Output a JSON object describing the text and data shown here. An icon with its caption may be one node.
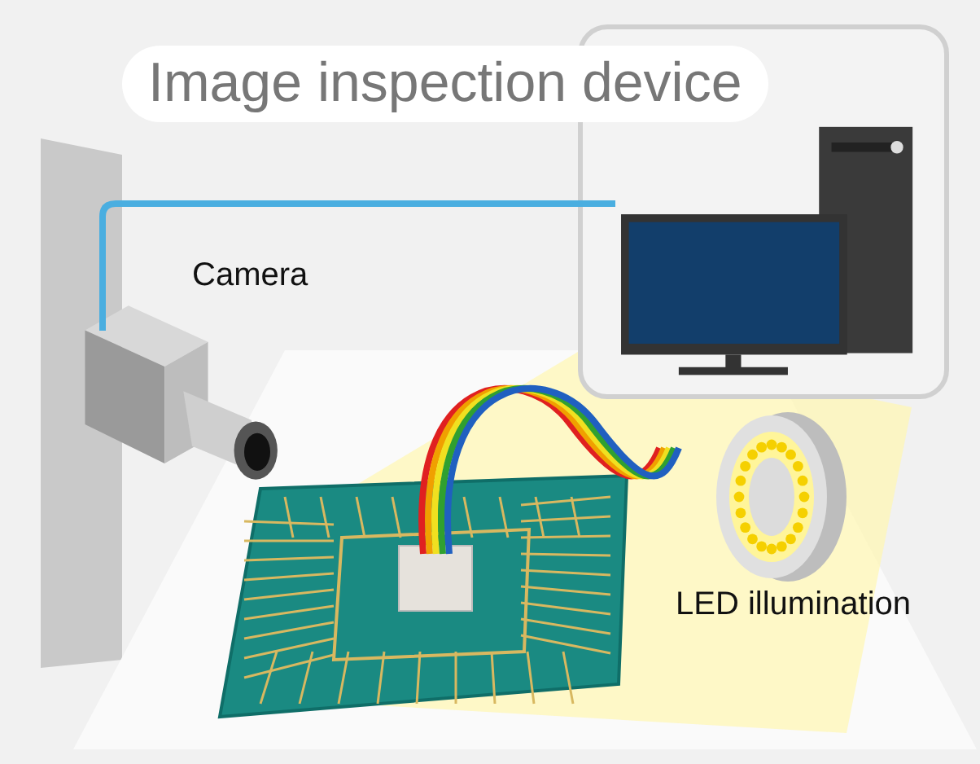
{
  "diagram": {
    "title": "Image inspection device",
    "nodes": [
      {
        "text": [],
        "shape": "box"
      },
      {
        "text": [],
        "shape": "picture",
        "in": 0
      },
      {
        "text": [],
        "shape": "picture",
        "beside": [
          "Camera"
        ]
      },
      {
        "text": [],
        "shape": "picture",
        "beside": [
          "LED illumination"
        ]
      }
    ],
    "edges": [
      {
        "from": 2,
        "to": 1,
        "arrow": "none"
      }
    ]
  }
}
